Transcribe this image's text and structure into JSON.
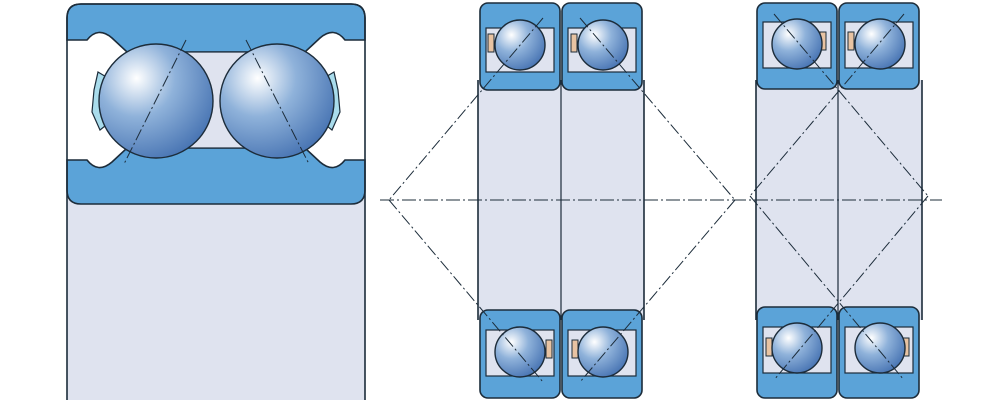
{
  "figure": {
    "panels": [
      {
        "id": "double-row-bearing-section",
        "bearing_type": "double-row-angular-contact-ball-bearing"
      },
      {
        "id": "back-to-back-pair",
        "arrangement": "back-to-back",
        "contact_lines": "diverging"
      },
      {
        "id": "face-to-face-pair",
        "arrangement": "face-to-face",
        "contact_lines": "converging"
      }
    ]
  },
  "colors": {
    "ring": "#5ba3d8",
    "bore": "#dfe3ef",
    "outline": "#1c2c3a",
    "cage": "#a9dcec",
    "cage_brass": "#e8c3a2",
    "ball_highlight": "#ffffff",
    "ball_mid": "#8fb2da",
    "ball_shadow": "#4a76b4",
    "centerline": "#1c2c3a"
  }
}
